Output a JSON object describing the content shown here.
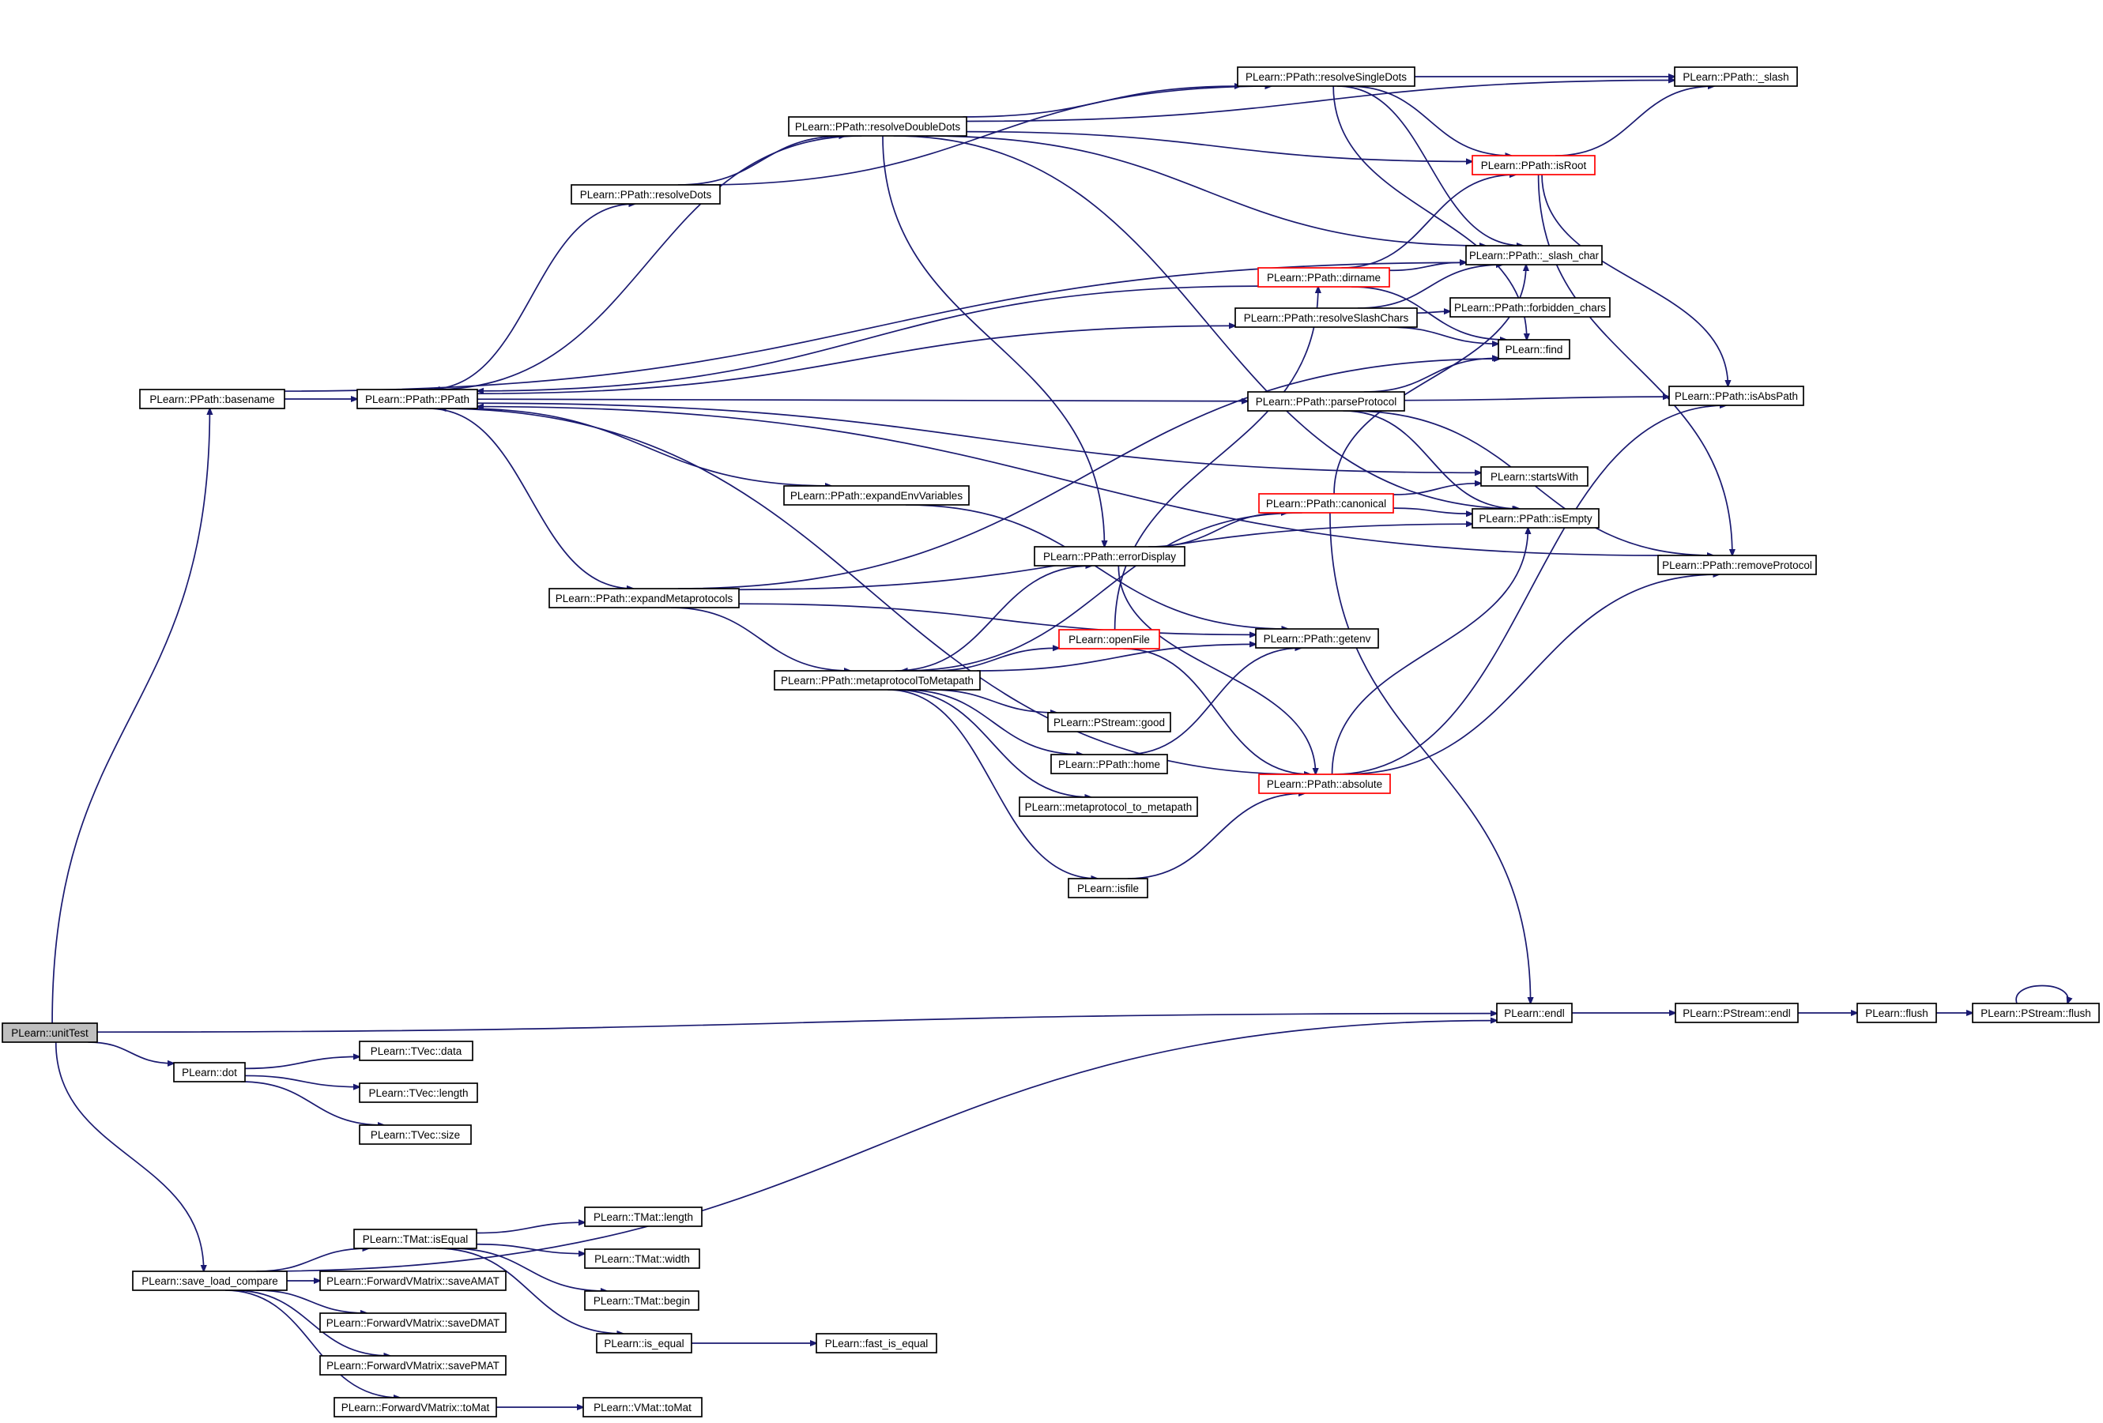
{
  "graph": {
    "kind": "call-graph",
    "colors": {
      "edge": "#191970",
      "node_border": "#000000",
      "truncated_border": "#ff0000",
      "root_fill": "#bfbfbf",
      "node_fill": "#ffffff"
    },
    "nodes": [
      {
        "id": "unitTest",
        "label": "PLearn::unitTest",
        "style": "root"
      },
      {
        "id": "basename",
        "label": "PLearn::PPath::basename"
      },
      {
        "id": "PPath",
        "label": "PLearn::PPath::PPath"
      },
      {
        "id": "resolveDots",
        "label": "PLearn::PPath::resolveDots"
      },
      {
        "id": "resolveDoubleDots",
        "label": "PLearn::PPath::resolveDoubleDots"
      },
      {
        "id": "resolveSingleDots",
        "label": "PLearn::PPath::resolveSingleDots"
      },
      {
        "id": "_slash",
        "label": "PLearn::PPath::_slash"
      },
      {
        "id": "isRoot",
        "label": "PLearn::PPath::isRoot",
        "style": "truncated"
      },
      {
        "id": "_slash_char",
        "label": "PLearn::PPath::_slash_char"
      },
      {
        "id": "dirname",
        "label": "PLearn::PPath::dirname",
        "style": "truncated"
      },
      {
        "id": "resolveSlashChars",
        "label": "PLearn::PPath::resolveSlashChars"
      },
      {
        "id": "forbidden_chars",
        "label": "PLearn::PPath::forbidden_chars"
      },
      {
        "id": "find",
        "label": "PLearn::find"
      },
      {
        "id": "parseProtocol",
        "label": "PLearn::PPath::parseProtocol"
      },
      {
        "id": "isAbsPath",
        "label": "PLearn::PPath::isAbsPath"
      },
      {
        "id": "startsWith",
        "label": "PLearn::startsWith"
      },
      {
        "id": "expandEnvVariables",
        "label": "PLearn::PPath::expandEnvVariables"
      },
      {
        "id": "canonical",
        "label": "PLearn::PPath::canonical",
        "style": "truncated"
      },
      {
        "id": "isEmpty",
        "label": "PLearn::PPath::isEmpty"
      },
      {
        "id": "errorDisplay",
        "label": "PLearn::PPath::errorDisplay"
      },
      {
        "id": "removeProtocol",
        "label": "PLearn::PPath::removeProtocol"
      },
      {
        "id": "expandMetaprotocols",
        "label": "PLearn::PPath::expandMetaprotocols"
      },
      {
        "id": "openFile",
        "label": "PLearn::openFile",
        "style": "truncated"
      },
      {
        "id": "getenv",
        "label": "PLearn::PPath::getenv"
      },
      {
        "id": "metaprotocolToMetapath",
        "label": "PLearn::PPath::metaprotocolToMetapath"
      },
      {
        "id": "good",
        "label": "PLearn::PStream::good"
      },
      {
        "id": "home",
        "label": "PLearn::PPath::home"
      },
      {
        "id": "absolute",
        "label": "PLearn::PPath::absolute",
        "style": "truncated"
      },
      {
        "id": "metaprotocol_to_metapath",
        "label": "PLearn::metaprotocol_to_metapath"
      },
      {
        "id": "isfile",
        "label": "PLearn::isfile"
      },
      {
        "id": "endl",
        "label": "PLearn::endl"
      },
      {
        "id": "PStream_endl",
        "label": "PLearn::PStream::endl"
      },
      {
        "id": "flush",
        "label": "PLearn::flush"
      },
      {
        "id": "PStream_flush",
        "label": "PLearn::PStream::flush"
      },
      {
        "id": "dot",
        "label": "PLearn::dot"
      },
      {
        "id": "TVec_data",
        "label": "PLearn::TVec::data"
      },
      {
        "id": "TVec_length",
        "label": "PLearn::TVec::length"
      },
      {
        "id": "TVec_size",
        "label": "PLearn::TVec::size"
      },
      {
        "id": "save_load_compare",
        "label": "PLearn::save_load_compare"
      },
      {
        "id": "TMat_isEqual",
        "label": "PLearn::TMat::isEqual"
      },
      {
        "id": "TMat_length",
        "label": "PLearn::TMat::length"
      },
      {
        "id": "TMat_width",
        "label": "PLearn::TMat::width"
      },
      {
        "id": "TMat_begin",
        "label": "PLearn::TMat::begin"
      },
      {
        "id": "is_equal",
        "label": "PLearn::is_equal"
      },
      {
        "id": "fast_is_equal",
        "label": "PLearn::fast_is_equal"
      },
      {
        "id": "saveAMAT",
        "label": "PLearn::ForwardVMatrix::saveAMAT"
      },
      {
        "id": "saveDMAT",
        "label": "PLearn::ForwardVMatrix::saveDMAT"
      },
      {
        "id": "savePMAT",
        "label": "PLearn::ForwardVMatrix::savePMAT"
      },
      {
        "id": "FVM_toMat",
        "label": "PLearn::ForwardVMatrix::toMat"
      },
      {
        "id": "VMat_toMat",
        "label": "PLearn::VMat::toMat"
      }
    ],
    "edges": [
      {
        "from": "unitTest",
        "to": "basename"
      },
      {
        "from": "unitTest",
        "to": "endl"
      },
      {
        "from": "unitTest",
        "to": "dot"
      },
      {
        "from": "unitTest",
        "to": "save_load_compare"
      },
      {
        "from": "basename",
        "to": "PPath"
      },
      {
        "from": "basename",
        "to": "_slash_char"
      },
      {
        "from": "PPath",
        "to": "resolveDots"
      },
      {
        "from": "PPath",
        "to": "resolveSlashChars"
      },
      {
        "from": "PPath",
        "to": "parseProtocol"
      },
      {
        "from": "PPath",
        "to": "startsWith"
      },
      {
        "from": "PPath",
        "to": "expandEnvVariables"
      },
      {
        "from": "PPath",
        "to": "expandMetaprotocols"
      },
      {
        "from": "resolveDots",
        "to": "resolveDoubleDots"
      },
      {
        "from": "resolveDots",
        "to": "resolveSingleDots"
      },
      {
        "from": "resolveDoubleDots",
        "to": "PPath"
      },
      {
        "from": "resolveDoubleDots",
        "to": "resolveSingleDots"
      },
      {
        "from": "resolveDoubleDots",
        "to": "_slash"
      },
      {
        "from": "resolveDoubleDots",
        "to": "isRoot"
      },
      {
        "from": "resolveDoubleDots",
        "to": "_slash_char"
      },
      {
        "from": "resolveDoubleDots",
        "to": "errorDisplay"
      },
      {
        "from": "resolveDoubleDots",
        "to": "isEmpty"
      },
      {
        "from": "resolveSingleDots",
        "to": "_slash"
      },
      {
        "from": "resolveSingleDots",
        "to": "isRoot"
      },
      {
        "from": "resolveSingleDots",
        "to": "_slash_char"
      },
      {
        "from": "resolveSingleDots",
        "to": "find"
      },
      {
        "from": "isRoot",
        "to": "_slash"
      },
      {
        "from": "isRoot",
        "to": "isAbsPath"
      },
      {
        "from": "isRoot",
        "to": "removeProtocol"
      },
      {
        "from": "dirname",
        "to": "PPath"
      },
      {
        "from": "dirname",
        "to": "isRoot"
      },
      {
        "from": "dirname",
        "to": "_slash_char"
      },
      {
        "from": "dirname",
        "to": "find"
      },
      {
        "from": "resolveSlashChars",
        "to": "_slash_char"
      },
      {
        "from": "resolveSlashChars",
        "to": "forbidden_chars"
      },
      {
        "from": "resolveSlashChars",
        "to": "find"
      },
      {
        "from": "parseProtocol",
        "to": "find"
      },
      {
        "from": "parseProtocol",
        "to": "isAbsPath"
      },
      {
        "from": "parseProtocol",
        "to": "isEmpty"
      },
      {
        "from": "parseProtocol",
        "to": "removeProtocol"
      },
      {
        "from": "expandEnvVariables",
        "to": "getenv"
      },
      {
        "from": "canonical",
        "to": "startsWith"
      },
      {
        "from": "canonical",
        "to": "isEmpty"
      },
      {
        "from": "canonical",
        "to": "_slash_char"
      },
      {
        "from": "canonical",
        "to": "endl"
      },
      {
        "from": "canonical",
        "to": "metaprotocolToMetapath"
      },
      {
        "from": "errorDisplay",
        "to": "canonical"
      },
      {
        "from": "errorDisplay",
        "to": "absolute"
      },
      {
        "from": "expandMetaprotocols",
        "to": "metaprotocolToMetapath"
      },
      {
        "from": "expandMetaprotocols",
        "to": "getenv"
      },
      {
        "from": "expandMetaprotocols",
        "to": "find"
      },
      {
        "from": "expandMetaprotocols",
        "to": "isEmpty"
      },
      {
        "from": "metaprotocolToMetapath",
        "to": "errorDisplay"
      },
      {
        "from": "metaprotocolToMetapath",
        "to": "openFile"
      },
      {
        "from": "metaprotocolToMetapath",
        "to": "getenv"
      },
      {
        "from": "metaprotocolToMetapath",
        "to": "good"
      },
      {
        "from": "metaprotocolToMetapath",
        "to": "home"
      },
      {
        "from": "metaprotocolToMetapath",
        "to": "metaprotocol_to_metapath"
      },
      {
        "from": "metaprotocolToMetapath",
        "to": "isfile"
      },
      {
        "from": "openFile",
        "to": "dirname"
      },
      {
        "from": "openFile",
        "to": "absolute"
      },
      {
        "from": "home",
        "to": "getenv"
      },
      {
        "from": "isfile",
        "to": "absolute"
      },
      {
        "from": "absolute",
        "to": "PPath"
      },
      {
        "from": "absolute",
        "to": "isAbsPath"
      },
      {
        "from": "absolute",
        "to": "isEmpty"
      },
      {
        "from": "absolute",
        "to": "removeProtocol"
      },
      {
        "from": "removeProtocol",
        "to": "PPath"
      },
      {
        "from": "endl",
        "to": "PStream_endl"
      },
      {
        "from": "PStream_endl",
        "to": "flush"
      },
      {
        "from": "flush",
        "to": "PStream_flush"
      },
      {
        "from": "PStream_flush",
        "to": "PStream_flush"
      },
      {
        "from": "dot",
        "to": "TVec_data"
      },
      {
        "from": "dot",
        "to": "TVec_length"
      },
      {
        "from": "dot",
        "to": "TVec_size"
      },
      {
        "from": "save_load_compare",
        "to": "endl"
      },
      {
        "from": "save_load_compare",
        "to": "TMat_isEqual"
      },
      {
        "from": "save_load_compare",
        "to": "saveAMAT"
      },
      {
        "from": "save_load_compare",
        "to": "saveDMAT"
      },
      {
        "from": "save_load_compare",
        "to": "savePMAT"
      },
      {
        "from": "save_load_compare",
        "to": "FVM_toMat"
      },
      {
        "from": "TMat_isEqual",
        "to": "TMat_length"
      },
      {
        "from": "TMat_isEqual",
        "to": "TMat_width"
      },
      {
        "from": "TMat_isEqual",
        "to": "TMat_begin"
      },
      {
        "from": "TMat_isEqual",
        "to": "is_equal"
      },
      {
        "from": "is_equal",
        "to": "fast_is_equal"
      },
      {
        "from": "FVM_toMat",
        "to": "VMat_toMat"
      }
    ]
  }
}
